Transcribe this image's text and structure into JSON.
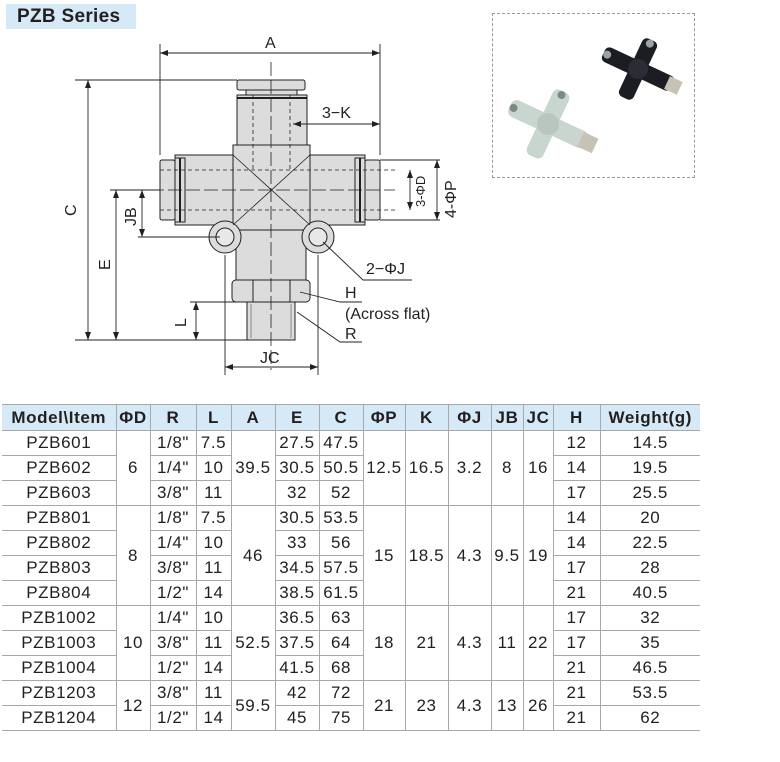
{
  "title": "PZB Series",
  "drawing": {
    "labels": {
      "A": "A",
      "C": "C",
      "E": "E",
      "JB": "JB",
      "JC": "JC",
      "L": "L",
      "K": "3−K",
      "D": "3-ΦD",
      "P": "4-ΦP",
      "J": "2−ΦJ",
      "H": "H",
      "H_note": "(Across flat)",
      "R": "R"
    }
  },
  "photo": {
    "description": "product-photo-two-cross-fittings",
    "colors": {
      "dark_fitting": "#1b1d22",
      "light_fitting": "#c9d6cf",
      "brass": "#c8c2b4"
    }
  },
  "table": {
    "header_bg": "#d6e9f7",
    "border_color": "#a8a8a8",
    "headers": [
      "Model\\Item",
      "ΦD",
      "R",
      "L",
      "A",
      "E",
      "C",
      "ΦP",
      "K",
      "ΦJ",
      "JB",
      "JC",
      "H",
      "Weight(g)"
    ],
    "groups": [
      {
        "D": "6",
        "A": "39.5",
        "P": "12.5",
        "K": "16.5",
        "J": "3.2",
        "JB": "8",
        "JC": "16",
        "rows": [
          {
            "model": "PZB601",
            "R": "1/8\"",
            "L": "7.5",
            "E": "27.5",
            "C": "47.5",
            "H": "12",
            "weight": "14.5"
          },
          {
            "model": "PZB602",
            "R": "1/4\"",
            "L": "10",
            "E": "30.5",
            "C": "50.5",
            "H": "14",
            "weight": "19.5"
          },
          {
            "model": "PZB603",
            "R": "3/8\"",
            "L": "11",
            "E": "32",
            "C": "52",
            "H": "17",
            "weight": "25.5"
          }
        ]
      },
      {
        "D": "8",
        "A": "46",
        "P": "15",
        "K": "18.5",
        "J": "4.3",
        "JB": "9.5",
        "JC": "19",
        "rows": [
          {
            "model": "PZB801",
            "R": "1/8\"",
            "L": "7.5",
            "E": "30.5",
            "C": "53.5",
            "H": "14",
            "weight": "20"
          },
          {
            "model": "PZB802",
            "R": "1/4\"",
            "L": "10",
            "E": "33",
            "C": "56",
            "H": "14",
            "weight": "22.5"
          },
          {
            "model": "PZB803",
            "R": "3/8\"",
            "L": "11",
            "E": "34.5",
            "C": "57.5",
            "H": "17",
            "weight": "28"
          },
          {
            "model": "PZB804",
            "R": "1/2\"",
            "L": "14",
            "E": "38.5",
            "C": "61.5",
            "H": "21",
            "weight": "40.5"
          }
        ]
      },
      {
        "D": "10",
        "A": "52.5",
        "P": "18",
        "K": "21",
        "J": "4.3",
        "JB": "11",
        "JC": "22",
        "rows": [
          {
            "model": "PZB1002",
            "R": "1/4\"",
            "L": "10",
            "E": "36.5",
            "C": "63",
            "H": "17",
            "weight": "32"
          },
          {
            "model": "PZB1003",
            "R": "3/8\"",
            "L": "11",
            "E": "37.5",
            "C": "64",
            "H": "17",
            "weight": "35"
          },
          {
            "model": "PZB1004",
            "R": "1/2\"",
            "L": "14",
            "E": "41.5",
            "C": "68",
            "H": "21",
            "weight": "46.5"
          }
        ]
      },
      {
        "D": "12",
        "A": "59.5",
        "P": "21",
        "K": "23",
        "J": "4.3",
        "JB": "13",
        "JC": "26",
        "rows": [
          {
            "model": "PZB1203",
            "R": "3/8\"",
            "L": "11",
            "E": "42",
            "C": "72",
            "H": "21",
            "weight": "53.5"
          },
          {
            "model": "PZB1204",
            "R": "1/2\"",
            "L": "14",
            "E": "45",
            "C": "75",
            "H": "21",
            "weight": "62"
          }
        ]
      }
    ]
  }
}
